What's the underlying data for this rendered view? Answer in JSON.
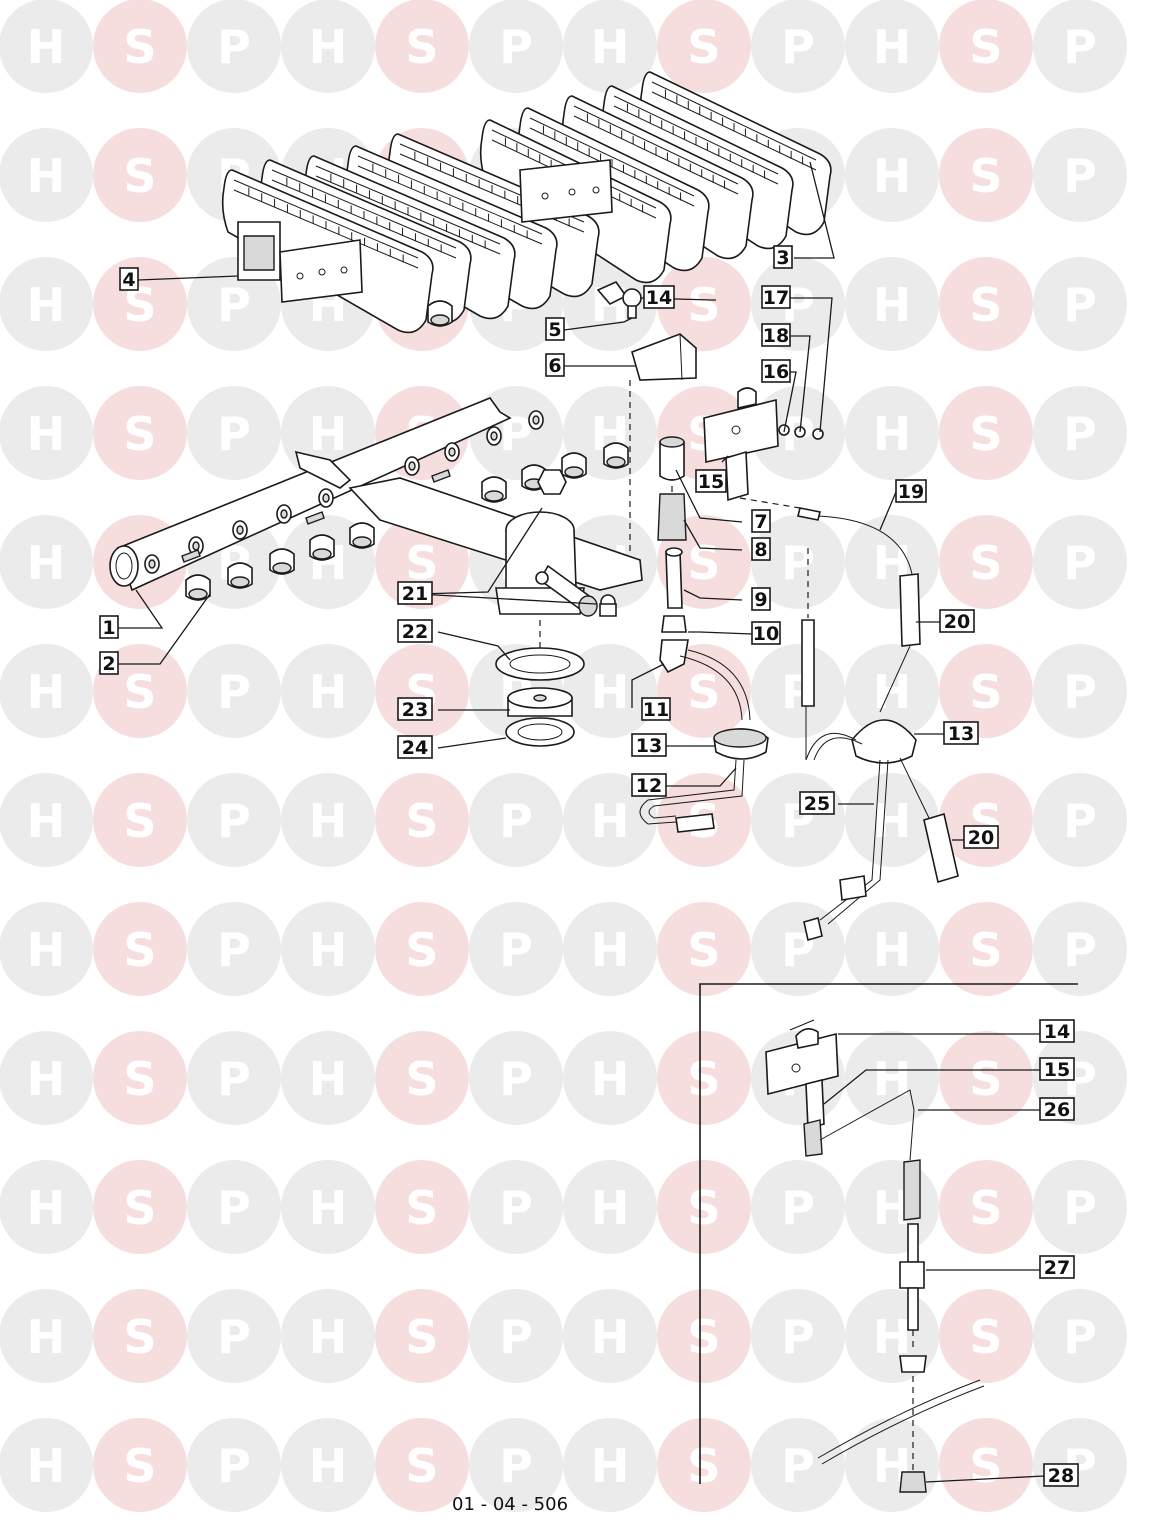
{
  "watermark": {
    "letters": [
      "H",
      "S",
      "P"
    ],
    "colors": {
      "circle": "#ebebeb",
      "circle_accent": "#f7dede",
      "letter": "#ffffff"
    }
  },
  "drawing_ref": "01 - 04 - 506",
  "callouts": [
    {
      "id": "c1",
      "label": "1"
    },
    {
      "id": "c2",
      "label": "2"
    },
    {
      "id": "c3",
      "label": "3"
    },
    {
      "id": "c4",
      "label": "4"
    },
    {
      "id": "c5",
      "label": "5"
    },
    {
      "id": "c6",
      "label": "6"
    },
    {
      "id": "c7",
      "label": "7"
    },
    {
      "id": "c8",
      "label": "8"
    },
    {
      "id": "c9",
      "label": "9"
    },
    {
      "id": "c10",
      "label": "10"
    },
    {
      "id": "c11",
      "label": "11"
    },
    {
      "id": "c12",
      "label": "12"
    },
    {
      "id": "c13a",
      "label": "13"
    },
    {
      "id": "c13b",
      "label": "13"
    },
    {
      "id": "c14a",
      "label": "14"
    },
    {
      "id": "c14b",
      "label": "14"
    },
    {
      "id": "c15a",
      "label": "15"
    },
    {
      "id": "c15b",
      "label": "15"
    },
    {
      "id": "c16",
      "label": "16"
    },
    {
      "id": "c17",
      "label": "17"
    },
    {
      "id": "c18",
      "label": "18"
    },
    {
      "id": "c19",
      "label": "19"
    },
    {
      "id": "c20a",
      "label": "20"
    },
    {
      "id": "c20b",
      "label": "20"
    },
    {
      "id": "c21",
      "label": "21"
    },
    {
      "id": "c22",
      "label": "22"
    },
    {
      "id": "c23",
      "label": "23"
    },
    {
      "id": "c24",
      "label": "24"
    },
    {
      "id": "c25",
      "label": "25"
    },
    {
      "id": "c26",
      "label": "26"
    },
    {
      "id": "c27",
      "label": "27"
    },
    {
      "id": "c28",
      "label": "28"
    }
  ]
}
